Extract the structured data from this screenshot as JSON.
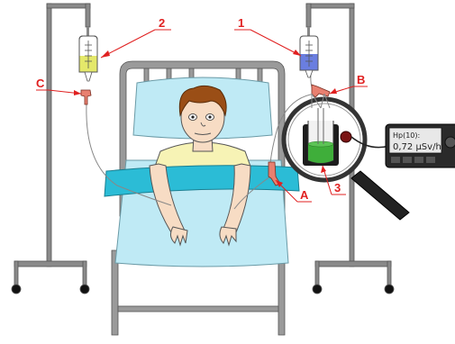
{
  "labels": {
    "one": "1",
    "two": "2",
    "three": "3",
    "a": "A",
    "b": "B",
    "c": "C"
  },
  "dosimeter": {
    "heading": "Hp(10):",
    "reading": "0,72 µSv/h"
  },
  "colors": {
    "label_red": "#e02020",
    "blanket": "#bfeaf5",
    "band": "#2bbcd6",
    "shirt": "#f7f3b5",
    "hair": "#9a4e16",
    "skin": "#f7dcc4",
    "bag_left_fluid": "#e4e86a",
    "bag_right_fluid": "#6a7ee0",
    "vial_fluid": "#3fae3a",
    "stand": "#8a8a8a"
  },
  "icons": [
    "magnifier-icon",
    "iv-bag-icon",
    "iv-clamp-icon",
    "dosimeter-icon"
  ]
}
